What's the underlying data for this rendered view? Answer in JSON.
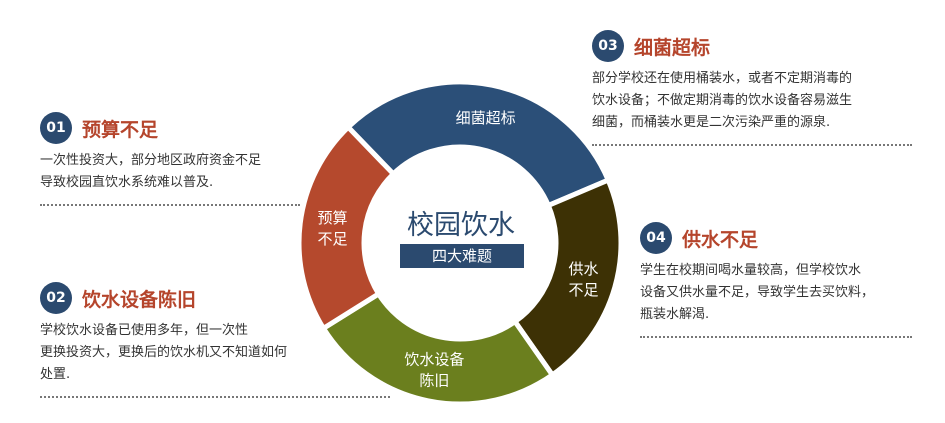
{
  "center": {
    "title": "校园饮水",
    "subtitle": "四大难题"
  },
  "segments": [
    {
      "label": "细菌超标",
      "color": "#2b4f78"
    },
    {
      "label": "供水\n不足",
      "color": "#3d3105"
    },
    {
      "label": "饮水设备\n陈旧",
      "color": "#6b7f1e"
    },
    {
      "label": "预算\n不足",
      "color": "#b5492d"
    }
  ],
  "items": [
    {
      "num": "01",
      "title": "预算不足",
      "desc": [
        "一次性投资大，部分地区政府资金不足",
        "导致校园直饮水系统难以普及."
      ]
    },
    {
      "num": "02",
      "title": "饮水设备陈旧",
      "desc": [
        "学校饮水设备已使用多年，但一次性",
        "更换投资大，更换后的饮水机又不知道如何",
        "处置."
      ]
    },
    {
      "num": "03",
      "title": "细菌超标",
      "desc": [
        "部分学校还在使用桶装水，或者不定期消毒的",
        "饮水设备；不做定期消毒的饮水设备容易滋生",
        "细菌，而桶装水更是二次污染严重的源泉."
      ]
    },
    {
      "num": "04",
      "title": "供水不足",
      "desc": [
        "学生在校期间喝水量较高，但学校饮水",
        "设备又供水量不足，导致学生去买饮料，",
        "瓶装水解渴."
      ]
    }
  ]
}
